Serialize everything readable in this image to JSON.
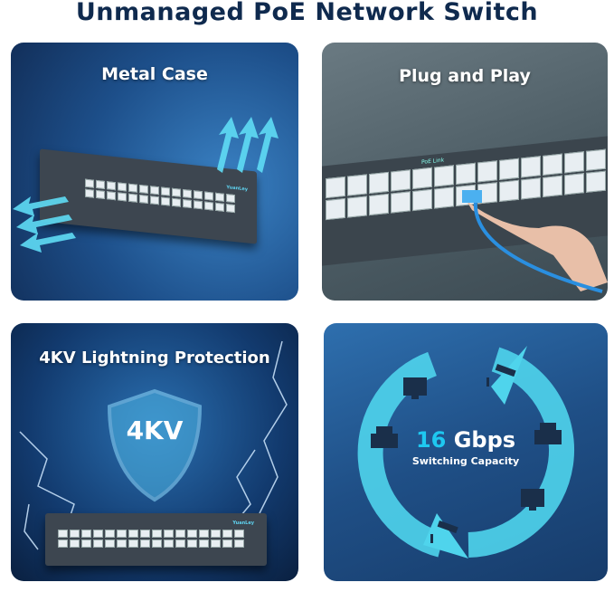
{
  "title": "Unmanaged PoE Network Switch",
  "panels": [
    {
      "title": "Metal Case",
      "brand": "YuanLey"
    },
    {
      "title": "Plug and Play",
      "label": "PoE Link"
    },
    {
      "title": "4KV Lightning Protection",
      "shield_text": "4KV",
      "brand": "YuanLey"
    },
    {
      "title": "",
      "capacity_value": "16",
      "capacity_unit": "Gbps",
      "capacity_label": "Switching Capacity"
    }
  ],
  "colors": {
    "title": "#0f2a4e",
    "accent_cyan": "#4fd4ec",
    "highlight": "#1ec8f0"
  },
  "icons": [
    "airflow-arrow-icon",
    "monitor-icon",
    "printer-icon",
    "camera-icon",
    "shield-icon",
    "lightning-icon"
  ]
}
